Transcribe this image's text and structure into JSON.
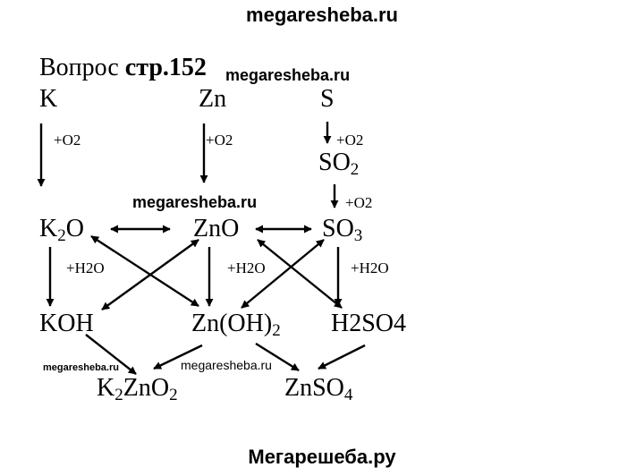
{
  "watermarks": {
    "top": "megaresheba.ru",
    "title_side": "megaresheba.ru",
    "middle": "megaresheba.ru",
    "small_left": "megaresheba.ru",
    "small_center": "megaresheba.ru",
    "bottom": "Мегарешеба.ру"
  },
  "title": {
    "prefix": "Вопрос ",
    "bold": "стр.152"
  },
  "nodes": {
    "k": "K",
    "zn": "Zn",
    "s": "S",
    "so2": {
      "main": "SO",
      "sub": "2"
    },
    "k2o": {
      "a": "K",
      "sub1": "2",
      "b": "O"
    },
    "zno": "ZnO",
    "so3": {
      "main": "SO",
      "sub": "3"
    },
    "koh": "KOH",
    "znoh2": {
      "main": "Zn(OH)",
      "sub": "2"
    },
    "h2so4": "H2SO4",
    "k2zno2": {
      "a": "K",
      "sub1": "2",
      "b": "ZnO",
      "sub2": "2"
    },
    "znso4": {
      "main": "ZnSO",
      "sub": "4"
    }
  },
  "labels": {
    "k_o2": "+O2",
    "zn_o2": "+O2",
    "s_o2": "+O2",
    "so2_o2": "+O2",
    "k2o_h2o": "+H2O",
    "zno_h2o": "+H2O",
    "so3_h2o": "+H2O"
  }
}
